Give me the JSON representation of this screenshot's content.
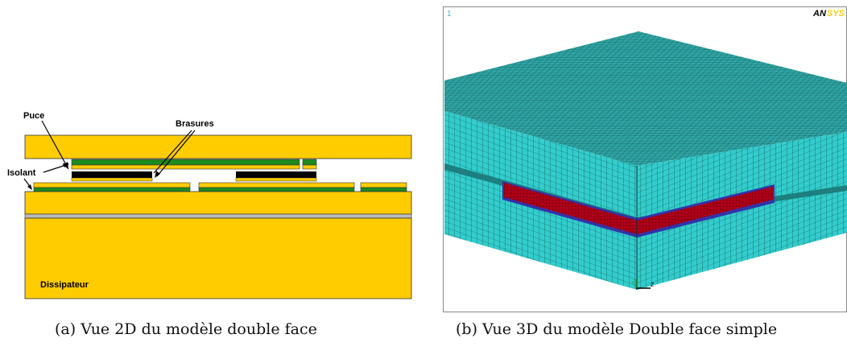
{
  "panel_a": {
    "labels": {
      "puce": "Puce",
      "brasures": "Brasures",
      "isolant": "Isolant",
      "dissipateur": "Dissipateur"
    },
    "caption": "(a) Vue 2D du modèle double face"
  },
  "panel_b": {
    "corner_number": "1",
    "logo_text": "ANSYS",
    "caption": "(b) Vue 3D du modèle Double face simple"
  },
  "colors": {
    "copper": "#FFCC00",
    "substrate_green": "#1E8A1E",
    "solder": "#000000",
    "mesh_teal": "#33CCCC",
    "mesh_red": "#B00018",
    "mesh_blue": "#3333AA",
    "thin_layer_grey": "#BBBBBB"
  }
}
